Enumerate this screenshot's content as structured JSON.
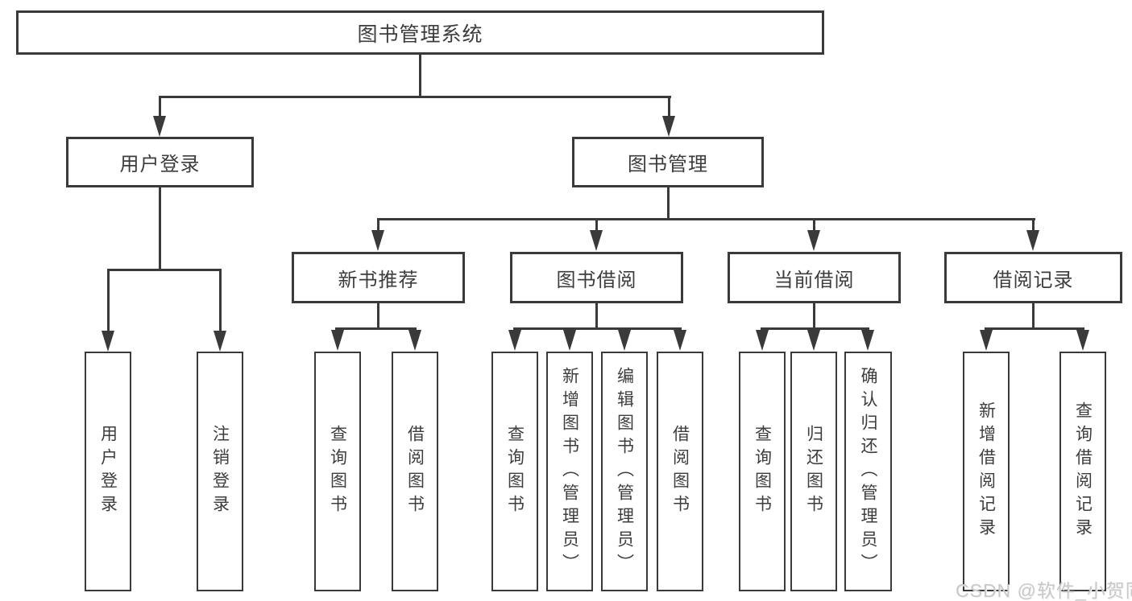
{
  "tree": {
    "root": {
      "label": "图书管理系统",
      "children": [
        {
          "label": "用户登录",
          "children": [
            {
              "label": "用户登录"
            },
            {
              "label": "注销登录"
            }
          ]
        },
        {
          "label": "图书管理",
          "children": [
            {
              "label": "新书推荐",
              "children": [
                {
                  "label": "查询图书"
                },
                {
                  "label": "借阅图书"
                }
              ]
            },
            {
              "label": "图书借阅",
              "children": [
                {
                  "label": "查询图书"
                },
                {
                  "label": "新增图书（管理员）"
                },
                {
                  "label": "编辑图书（管理员）"
                },
                {
                  "label": "借阅图书"
                }
              ]
            },
            {
              "label": "当前借阅",
              "children": [
                {
                  "label": "查询图书"
                },
                {
                  "label": "归还图书"
                },
                {
                  "label": "确认归还（管理员）"
                }
              ]
            },
            {
              "label": "借阅记录",
              "children": [
                {
                  "label": "新增借阅记录"
                },
                {
                  "label": "查询借阅记录"
                }
              ]
            }
          ]
        }
      ]
    }
  },
  "watermark": {
    "text": "CSDN @软件_小贺同学",
    "color": "#c8c8c8"
  },
  "colors": {
    "line": "#3a3a3a",
    "box_border": "#3a3a3a",
    "text": "#3d3d3d",
    "background": "#ffffff"
  }
}
